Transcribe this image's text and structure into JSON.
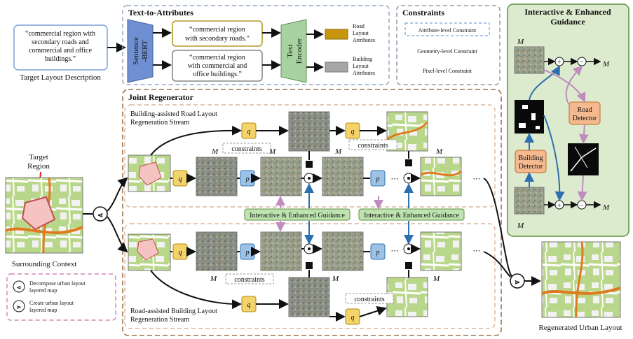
{
  "input": {
    "description": [
      "“commercial region with",
      "secondary roads and",
      "commercial and office",
      "buildings.”"
    ],
    "description_label": "Target Layout Description"
  },
  "text_to_attributes": {
    "title": "Text-to-Attributes",
    "sbert": [
      "Sentence",
      "-BERT"
    ],
    "road_text": [
      "“commercial region",
      "with secondary roads.”"
    ],
    "building_text": [
      "“commercial region",
      "with commercial and",
      "office buildings.”"
    ],
    "encoder": [
      "Text",
      "Encoder"
    ],
    "road_attr": [
      "Road",
      "Layout",
      "Attributes"
    ],
    "building_attr": [
      "Building",
      "Layout",
      "Attributes"
    ],
    "colors": {
      "road_attr": "#c8960c",
      "building_attr": "#a6a6a6",
      "sbert": "#6f8fd0",
      "encoder": "#a8d3a0"
    }
  },
  "constraints": {
    "title": "Constraints",
    "items": [
      "Attribute-level Constraint",
      "Geometry-level Constraint",
      "Pixel-level Constraint"
    ]
  },
  "guidance": {
    "title": [
      "Interactive & Enhanced",
      "Guidance"
    ],
    "building_detector": [
      "Building",
      "Detector"
    ],
    "road_detector": [
      "Road",
      "Detector"
    ],
    "m_r": "M",
    "m_b": "M"
  },
  "joint": {
    "title": "Joint Regenerator",
    "road_stream": [
      "Building-assisted Road Layout",
      "Regeneration Stream"
    ],
    "building_stream": [
      "Road-assisted Building Layout",
      "Regeneration Stream"
    ],
    "constraints_label": "constraints",
    "guidance_label": "Interactive & Enhanced Guidance"
  },
  "context": {
    "target_region": [
      "Target",
      "Region"
    ],
    "surrounding": "Surrounding Context"
  },
  "legend": {
    "decompose": [
      "Decompose urban layout",
      "layered map"
    ],
    "create": [
      "Create urban layout",
      "layered map"
    ]
  },
  "output": {
    "label": "Regenerated Urban Layout"
  }
}
